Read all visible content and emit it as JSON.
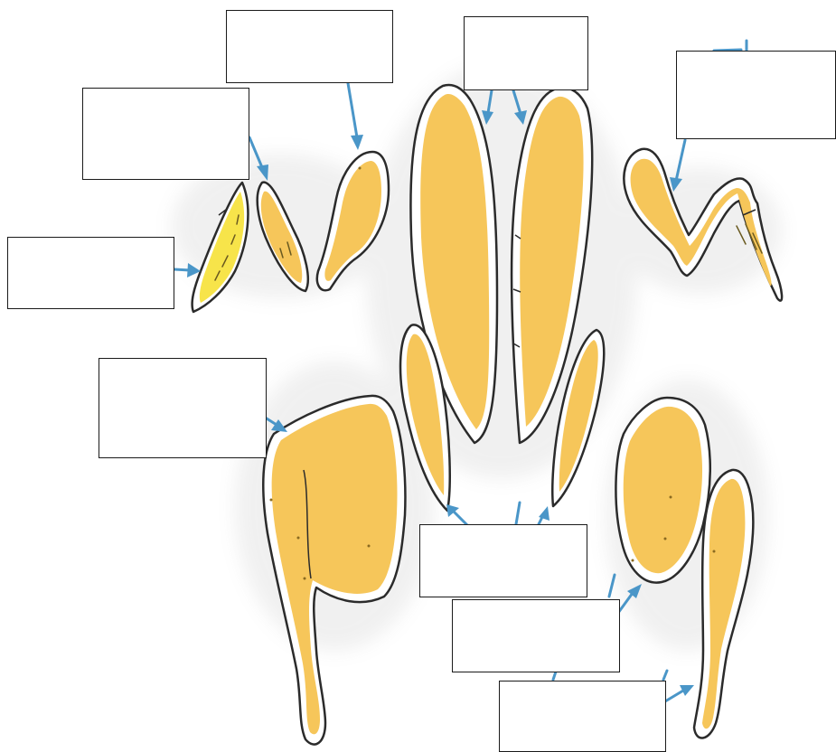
{
  "colors": {
    "meat": "#f6c65a",
    "meat_light": "#f7e44a",
    "outline": "#2b2b2b",
    "arrow": "#4a96c8",
    "box_border": "#1a1a1a"
  },
  "label_boxes": [
    {
      "name": "label-box-top-left-upper",
      "text": ""
    },
    {
      "name": "label-box-top-center",
      "text": ""
    },
    {
      "name": "label-box-top-right",
      "text": ""
    },
    {
      "name": "label-box-left-upper",
      "text": ""
    },
    {
      "name": "label-box-left-lower",
      "text": ""
    },
    {
      "name": "label-box-left-middle",
      "text": ""
    },
    {
      "name": "label-box-bottom-center-upper",
      "text": ""
    },
    {
      "name": "label-box-bottom-center-middle",
      "text": ""
    },
    {
      "name": "label-box-bottom-center-lower",
      "text": ""
    }
  ]
}
